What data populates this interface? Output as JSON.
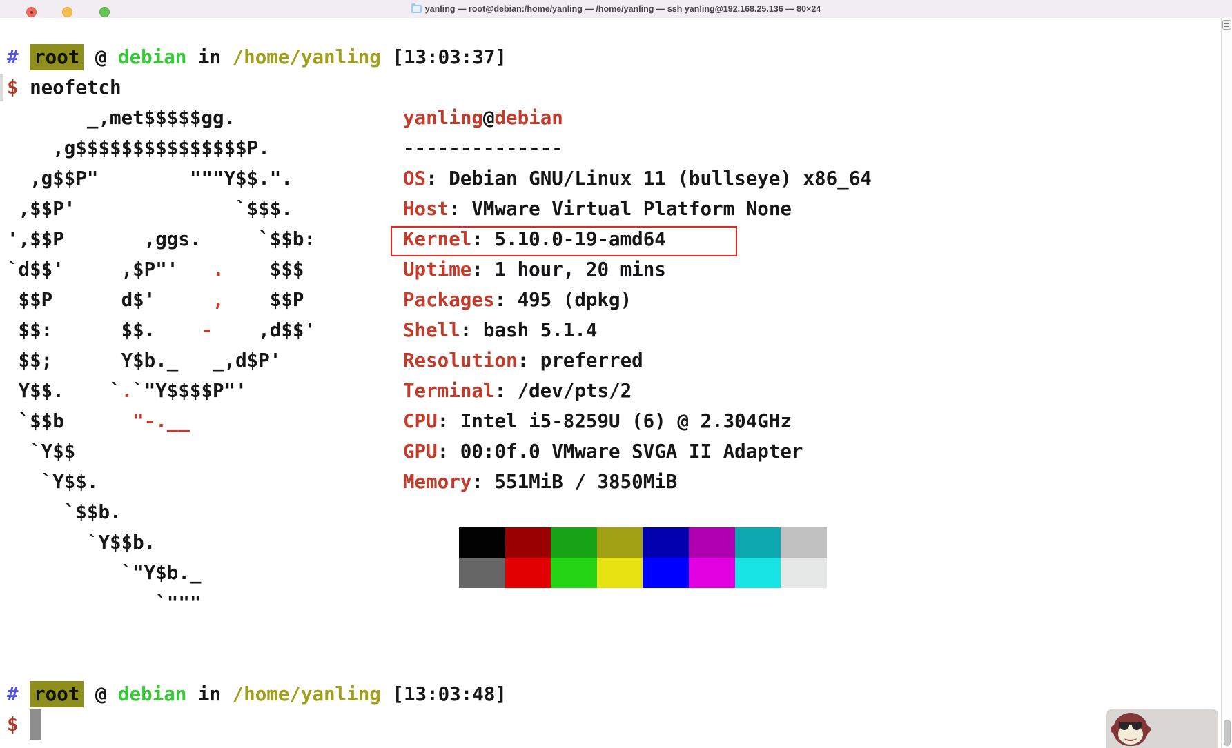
{
  "window": {
    "title": "yanling — root@debian:/home/yanling — /home/yanling — ssh yanling@192.168.25.136 — 80×24",
    "traffic_lights": [
      "close",
      "minimize",
      "zoom"
    ]
  },
  "colors": {
    "prompt_hash_blue": "#5353e3",
    "user_highlight_olive": "#8f8f1d",
    "host_green": "#38c938",
    "path_olive": "#a0a01c",
    "label_red": "#c23b2b",
    "dollar_red": "#b2392a",
    "annotation_box_red": "#ee241c",
    "cursor_gray": "#8e8e8e"
  },
  "terminal": {
    "prompt1": [
      {
        "t": "#",
        "c": "hash"
      },
      {
        "t": " ",
        "c": "plain"
      },
      {
        "t": "root",
        "c": "user"
      },
      {
        "t": " @ ",
        "c": "plain"
      },
      {
        "t": "debian",
        "c": "host"
      },
      {
        "t": " in ",
        "c": "plain"
      },
      {
        "t": "/home/yanling",
        "c": "path"
      },
      {
        "t": " [13:03:37]",
        "c": "plain"
      }
    ],
    "command_line": [
      {
        "t": "$",
        "c": "dollar"
      },
      {
        "t": " neofetch",
        "c": "plain"
      }
    ],
    "prompt2": [
      {
        "t": "#",
        "c": "hash"
      },
      {
        "t": " ",
        "c": "plain"
      },
      {
        "t": "root",
        "c": "user"
      },
      {
        "t": " @ ",
        "c": "plain"
      },
      {
        "t": "debian",
        "c": "host"
      },
      {
        "t": " in ",
        "c": "plain"
      },
      {
        "t": "/home/yanling",
        "c": "path"
      },
      {
        "t": " [13:03:48]",
        "c": "plain"
      }
    ],
    "final_prompt": [
      {
        "t": "$",
        "c": "dollar"
      }
    ],
    "ascii_art": [
      [
        {
          "t": "       _,met$$$$$gg.",
          "c": "k"
        }
      ],
      [
        {
          "t": "    ,g$$$$$$$$$$$$$$$P.",
          "c": "k"
        }
      ],
      [
        {
          "t": "  ,g$$P\"        \"\"\"Y$$.\".",
          "c": "k"
        }
      ],
      [
        {
          "t": " ,$$P'              `$$$.",
          "c": "k"
        }
      ],
      [
        {
          "t": "',$$P       ,ggs.     `$$b:",
          "c": "k"
        }
      ],
      [
        {
          "t": "`d$$'     ,$P\"'   ",
          "c": "k"
        },
        {
          "t": ".",
          "c": "r"
        },
        {
          "t": "    $$$",
          "c": "k"
        }
      ],
      [
        {
          "t": " $$P      d$'     ",
          "c": "k"
        },
        {
          "t": ",",
          "c": "r"
        },
        {
          "t": "    $$P",
          "c": "k"
        }
      ],
      [
        {
          "t": " $$:      $$.    ",
          "c": "k"
        },
        {
          "t": "-",
          "c": "r"
        },
        {
          "t": "    ,d$$'",
          "c": "k"
        }
      ],
      [
        {
          "t": " $$;      Y$b._   _,d$P'",
          "c": "k"
        }
      ],
      [
        {
          "t": " Y$$.    `",
          "c": "k"
        },
        {
          "t": ".",
          "c": "r"
        },
        {
          "t": "`\"Y$$$$P\"'",
          "c": "k"
        }
      ],
      [
        {
          "t": " `$$b      ",
          "c": "k"
        },
        {
          "t": "\"-.__",
          "c": "r"
        }
      ],
      [
        {
          "t": "  `Y$$",
          "c": "k"
        }
      ],
      [
        {
          "t": "   `Y$$.",
          "c": "k"
        }
      ],
      [
        {
          "t": "     `$$b.",
          "c": "k"
        }
      ],
      [
        {
          "t": "       `Y$$b.",
          "c": "k"
        }
      ],
      [
        {
          "t": "          `\"Y$b._",
          "c": "k"
        }
      ],
      [
        {
          "t": "             `\"\"\"",
          "c": "k"
        }
      ]
    ],
    "neofetch": {
      "header": {
        "user": "yanling",
        "at": "@",
        "host": "debian"
      },
      "divider": "--------------",
      "entries": [
        {
          "label": "OS",
          "value": "Debian GNU/Linux 11 (bullseye) x86_64"
        },
        {
          "label": "Host",
          "value": "VMware Virtual Platform None"
        },
        {
          "label": "Kernel",
          "value": "5.10.0-19-amd64",
          "annotated": true
        },
        {
          "label": "Uptime",
          "value": "1 hour, 20 mins"
        },
        {
          "label": "Packages",
          "value": "495 (dpkg)"
        },
        {
          "label": "Shell",
          "value": "bash 5.1.4"
        },
        {
          "label": "Resolution",
          "value": "preferred"
        },
        {
          "label": "Terminal",
          "value": "/dev/pts/2"
        },
        {
          "label": "CPU",
          "value": "Intel i5-8259U (6) @ 2.304GHz"
        },
        {
          "label": "GPU",
          "value": "00:0f.0 VMware SVGA II Adapter"
        },
        {
          "label": "Memory",
          "value": "551MiB / 3850MiB"
        }
      ],
      "palette_row1": [
        "#010101",
        "#990000",
        "#16a316",
        "#a0a012",
        "#0000ae",
        "#ae00ae",
        "#0da7af",
        "#c0c0c0"
      ],
      "palette_row2": [
        "#666666",
        "#e10000",
        "#24d414",
        "#e7e312",
        "#0000ff",
        "#e000e0",
        "#19e4e4",
        "#e6e8e8"
      ]
    },
    "watermark": "monkey-logo"
  }
}
